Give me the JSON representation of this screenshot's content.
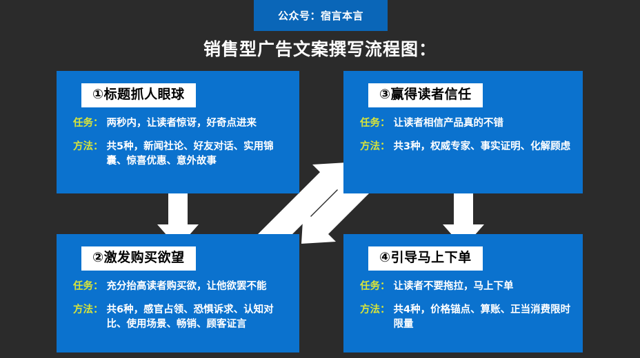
{
  "banner": {
    "text": "公众号：宿言本言"
  },
  "title": {
    "text": "销售型广告文案撰写流程图："
  },
  "colors": {
    "background": "#2b2b2b",
    "card_blue": "#0b72ce",
    "banner_blue": "#0a66b8",
    "label_yellow": "#d8e43a",
    "badge_white": "#ffffff",
    "arrow_white": "#ffffff"
  },
  "cards": [
    {
      "id": "step-1",
      "badge": "①标题抓人眼球",
      "rows": [
        {
          "label": "任务：",
          "value": "两秒内，让读者惊讶，好奇点进来"
        },
        {
          "label": "方法：",
          "value": "共5种，新闻社论、好友对话、实用锦囊、惊喜优惠、意外故事"
        }
      ]
    },
    {
      "id": "step-3",
      "badge": "③赢得读者信任",
      "rows": [
        {
          "label": "任务：",
          "value": "让读者相信产品真的不错"
        },
        {
          "label": "方法：",
          "value": "共3种，权威专家、事实证明、化解顾虑"
        }
      ]
    },
    {
      "id": "step-2",
      "badge": "②激发购买欲望",
      "rows": [
        {
          "label": "任务：",
          "value": "充分抬高读者购买欲，让他欲罢不能"
        },
        {
          "label": "方法：",
          "value": "共6种，感官占领、恐惧诉求、认知对比、使用场景、畅销、顾客证言"
        }
      ]
    },
    {
      "id": "step-4",
      "badge": "④引导马上下单",
      "rows": [
        {
          "label": "任务：",
          "value": "让读者不要拖拉，马上下单"
        },
        {
          "label": "方法：",
          "value": "共4种，价格锚点、算账、正当消费限时限量"
        }
      ]
    }
  ],
  "arrows": [
    {
      "name": "arrow-step1-to-step2",
      "direction": "down"
    },
    {
      "name": "arrow-step2-to-step3",
      "direction": "diagonal-up-right"
    },
    {
      "name": "arrow-step3-to-step2",
      "direction": "diagonal-down-left"
    },
    {
      "name": "arrow-step3-to-step4",
      "direction": "down"
    }
  ]
}
